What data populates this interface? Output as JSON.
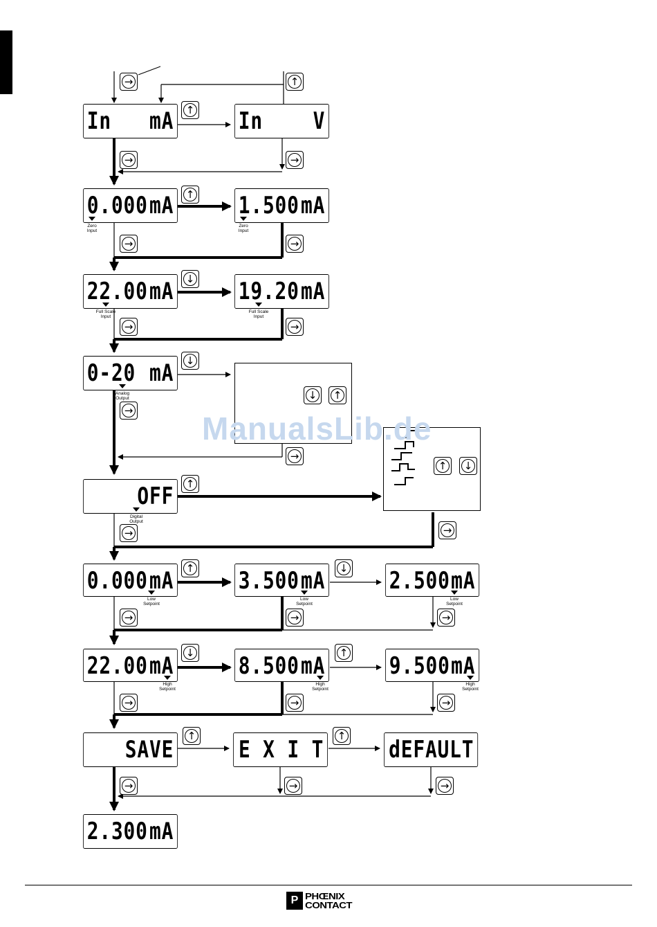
{
  "displays": [
    {
      "id": "in-ma",
      "left": "In",
      "right": "mA"
    },
    {
      "id": "in-v",
      "left": "In",
      "right": "V"
    },
    {
      "id": "zero-a",
      "left": "0.000",
      "right": "mA"
    },
    {
      "id": "zero-b",
      "left": "1.500",
      "right": "mA"
    },
    {
      "id": "fs-a",
      "left": "22.00",
      "right": "mA"
    },
    {
      "id": "fs-b",
      "left": "19.20",
      "right": "mA"
    },
    {
      "id": "analog",
      "left": "0-20",
      "right": "mA"
    },
    {
      "id": "digital",
      "left": "",
      "right": "OFF"
    },
    {
      "id": "low-a",
      "left": "0.000",
      "right": "mA"
    },
    {
      "id": "low-b",
      "left": "3.500",
      "right": "mA"
    },
    {
      "id": "low-c",
      "left": "2.500",
      "right": "mA"
    },
    {
      "id": "high-a",
      "left": "22.00",
      "right": "mA"
    },
    {
      "id": "high-b",
      "left": "8.500",
      "right": "mA"
    },
    {
      "id": "high-c",
      "left": "9.500",
      "right": "mA"
    },
    {
      "id": "save",
      "left": "",
      "right": "SAVE"
    },
    {
      "id": "exit",
      "left": "",
      "right": "E X I T"
    },
    {
      "id": "default",
      "left": "",
      "right": "dEFAULT"
    },
    {
      "id": "final",
      "left": "2.300",
      "right": "mA"
    }
  ],
  "captions": {
    "zero_input": "Zero\nInput",
    "full_scale_input": "Full Scale\nInput",
    "analog_output": "Analog\nOutput",
    "digital_output": "Digital\nOutput",
    "low_setpoint": "Low\nSetpoint",
    "high_setpoint": "High\nSetpoint"
  },
  "icons": {
    "enter": "→",
    "up": "↑",
    "down": "↓"
  },
  "watermark": "ManualsLib.de",
  "logo": {
    "line1": "PHŒNIX",
    "line2": "CONTACT",
    "mark": "P"
  }
}
